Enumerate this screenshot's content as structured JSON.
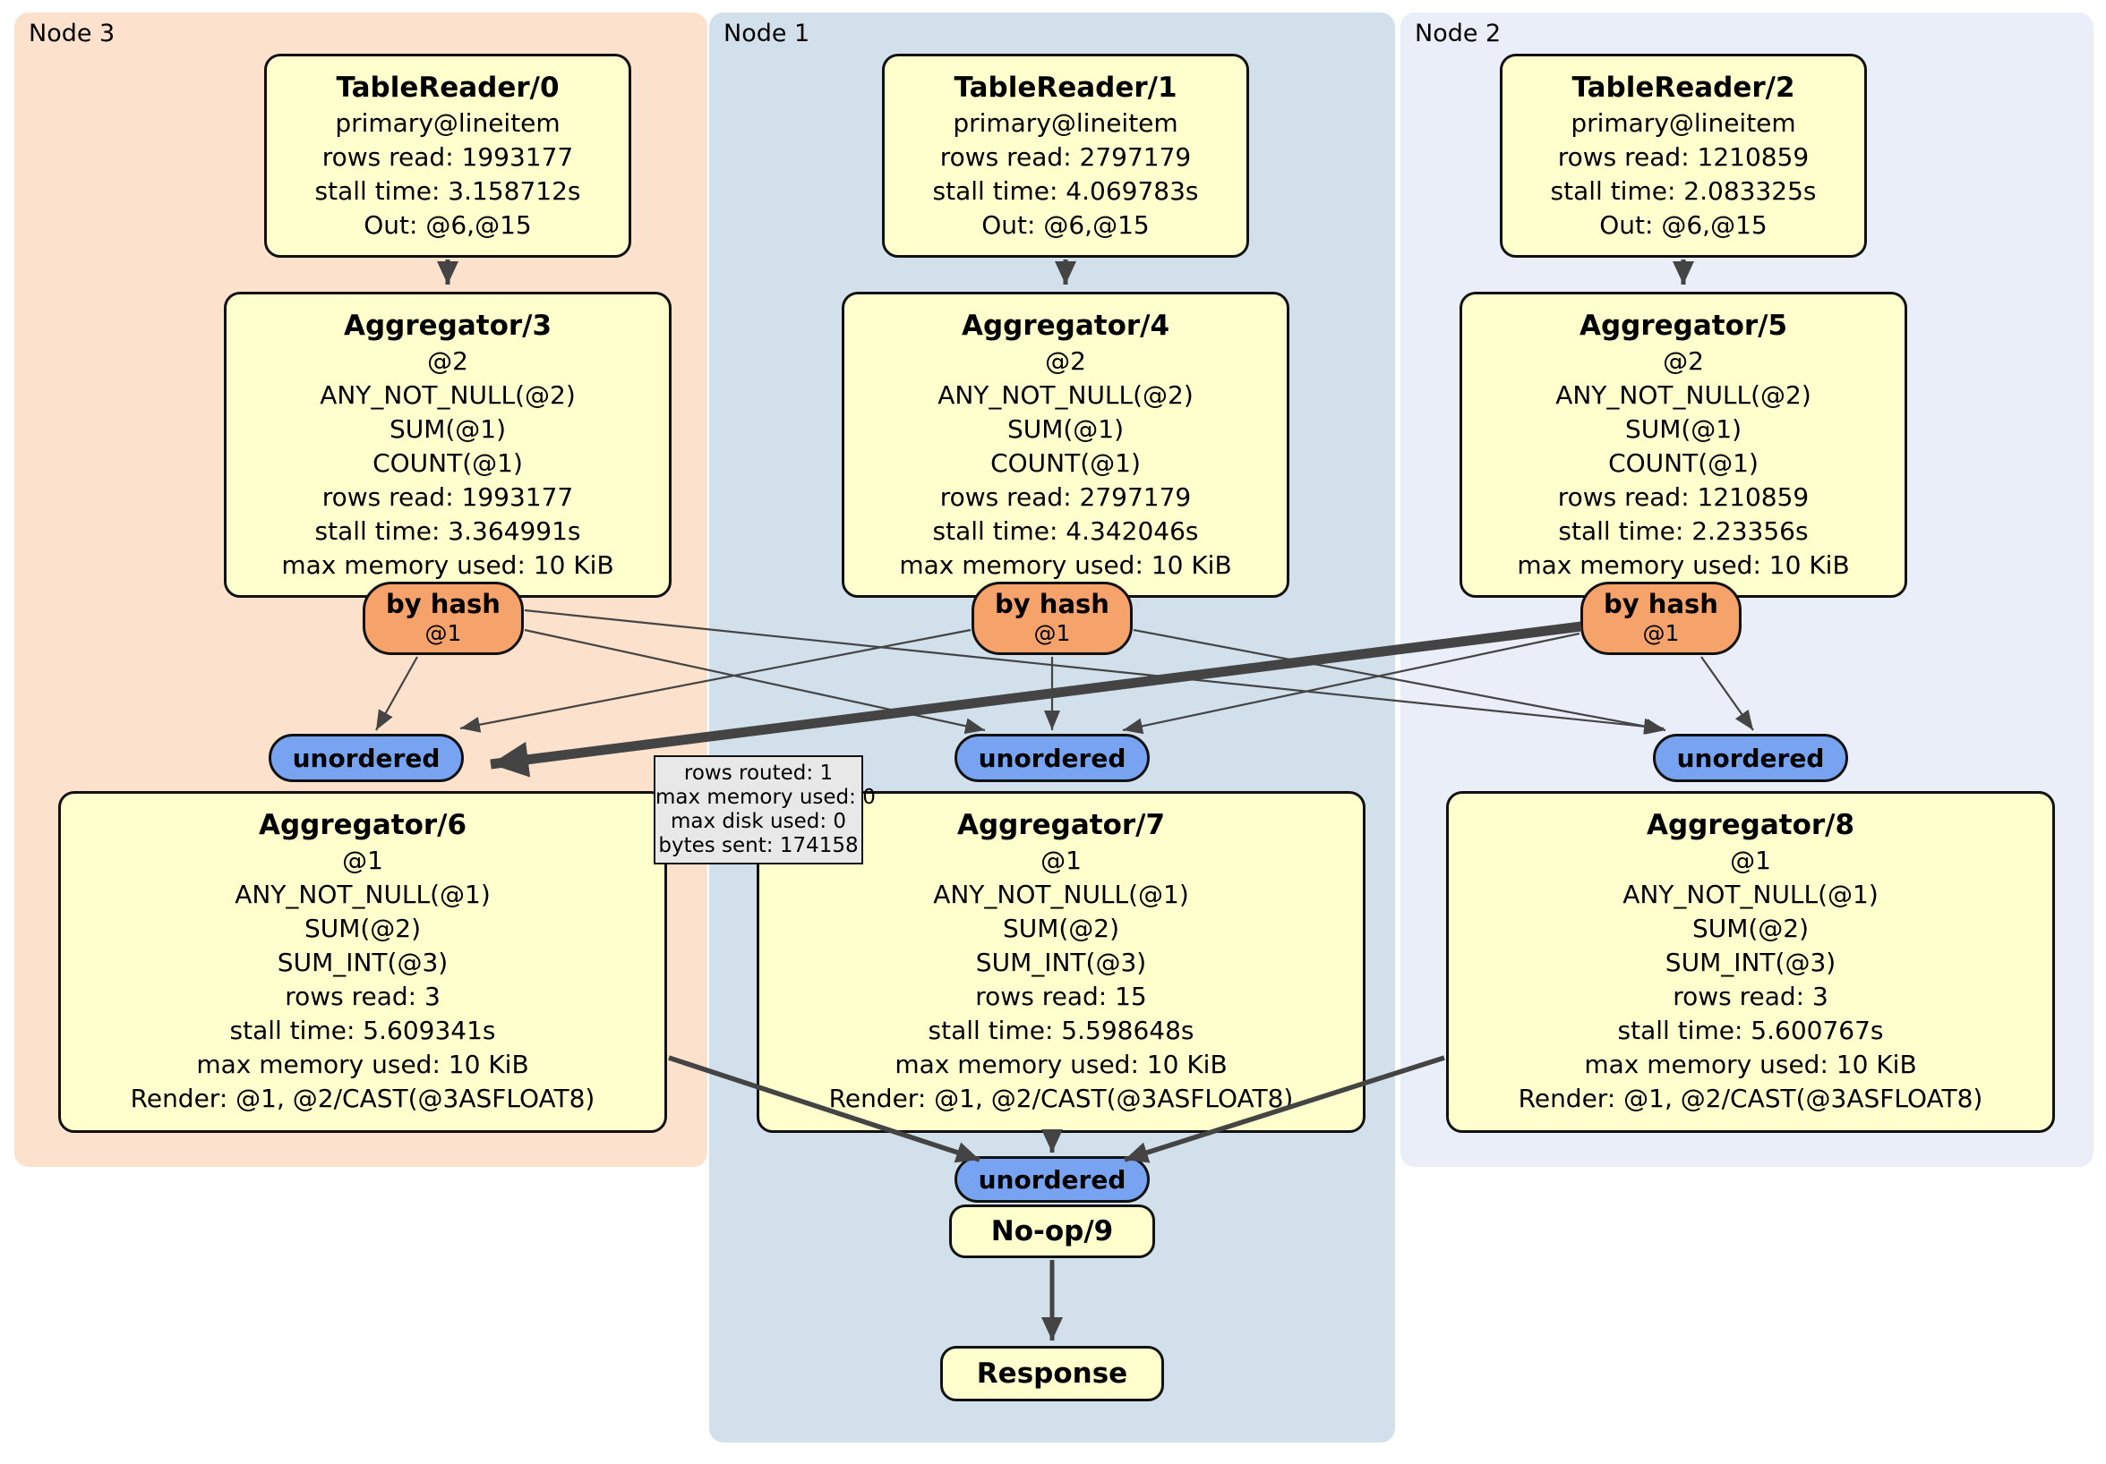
{
  "regions": {
    "node3": {
      "label": "Node 3"
    },
    "node1": {
      "label": "Node 1"
    },
    "node2": {
      "label": "Node 2"
    }
  },
  "processors": {
    "tr0": {
      "title": "TableReader/0",
      "lines": [
        "primary@lineitem",
        "rows read: 1993177",
        "stall time: 3.158712s",
        "Out: @6,@15"
      ]
    },
    "tr1": {
      "title": "TableReader/1",
      "lines": [
        "primary@lineitem",
        "rows read: 2797179",
        "stall time: 4.069783s",
        "Out: @6,@15"
      ]
    },
    "tr2": {
      "title": "TableReader/2",
      "lines": [
        "primary@lineitem",
        "rows read: 1210859",
        "stall time: 2.083325s",
        "Out: @6,@15"
      ]
    },
    "agg3": {
      "title": "Aggregator/3",
      "lines": [
        "@2",
        "ANY_NOT_NULL(@2)",
        "SUM(@1)",
        "COUNT(@1)",
        "rows read: 1993177",
        "stall time: 3.364991s",
        "max memory used: 10 KiB"
      ]
    },
    "agg4": {
      "title": "Aggregator/4",
      "lines": [
        "@2",
        "ANY_NOT_NULL(@2)",
        "SUM(@1)",
        "COUNT(@1)",
        "rows read: 2797179",
        "stall time: 4.342046s",
        "max memory used: 10 KiB"
      ]
    },
    "agg5": {
      "title": "Aggregator/5",
      "lines": [
        "@2",
        "ANY_NOT_NULL(@2)",
        "SUM(@1)",
        "COUNT(@1)",
        "rows read: 1210859",
        "stall time: 2.23356s",
        "max memory used: 10 KiB"
      ]
    },
    "agg6": {
      "title": "Aggregator/6",
      "lines": [
        "@1",
        "ANY_NOT_NULL(@1)",
        "SUM(@2)",
        "SUM_INT(@3)",
        "rows read: 3",
        "stall time: 5.609341s",
        "max memory used: 10 KiB",
        "Render: @1, @2/CAST(@3ASFLOAT8)"
      ]
    },
    "agg7": {
      "title": "Aggregator/7",
      "lines": [
        "@1",
        "ANY_NOT_NULL(@1)",
        "SUM(@2)",
        "SUM_INT(@3)",
        "rows read: 15",
        "stall time: 5.598648s",
        "max memory used: 10 KiB",
        "Render: @1, @2/CAST(@3ASFLOAT8)"
      ]
    },
    "agg8": {
      "title": "Aggregator/8",
      "lines": [
        "@1",
        "ANY_NOT_NULL(@1)",
        "SUM(@2)",
        "SUM_INT(@3)",
        "rows read: 3",
        "stall time: 5.600767s",
        "max memory used: 10 KiB",
        "Render: @1, @2/CAST(@3ASFLOAT8)"
      ]
    },
    "noop": {
      "title": "No-op/9"
    },
    "response": {
      "title": "Response"
    }
  },
  "router": {
    "label": "by hash",
    "detail": "@1"
  },
  "sync": {
    "label": "unordered"
  },
  "tooltip": {
    "lines": [
      "rows routed: 1",
      "max memory used: 0",
      "max disk used: 0",
      "bytes sent: 174158"
    ]
  },
  "colors": {
    "node3_bg": "#fce2cc",
    "node1_bg": "#d2e0ec",
    "node2_bg": "#e9eef8",
    "processor_fill": "#ffffce",
    "router_fill": "#f6a26b",
    "sync_fill": "#77a3f1",
    "edge": "#444444",
    "tooltip_bg": "#e8e8e8"
  }
}
